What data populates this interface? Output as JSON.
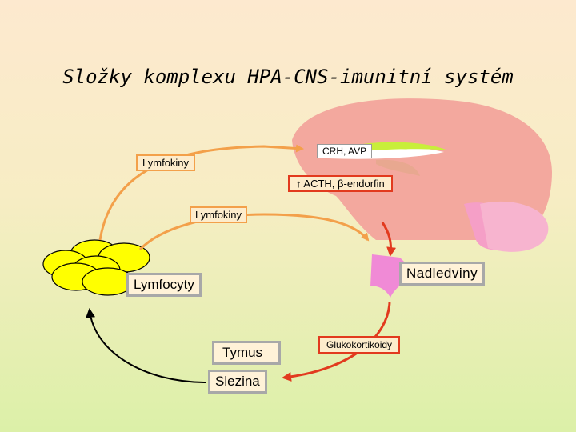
{
  "title": "Složky komplexu HPA-CNS-imunitní systém",
  "labels": {
    "crh_avp": "CRH, AVP",
    "lymfokiny_top": "Lymfokiny",
    "acth": "↑ ACTH, β-endorfin",
    "lymfokiny_mid": "Lymfokiny",
    "nadledviny": "Nadledviny",
    "lymfocyty": "Lymfocyty",
    "glukokortikoidy": "Glukokortikoidy",
    "tymus": "Tymus",
    "slezina": "Slezina"
  },
  "colors": {
    "arrow_orange": "#f3a04a",
    "arrow_red": "#e23a1e",
    "lymphocyte_yellow": "#ffff00",
    "adrenal_pink": "#f08ad6",
    "brain_pink": "#f3a89e"
  }
}
